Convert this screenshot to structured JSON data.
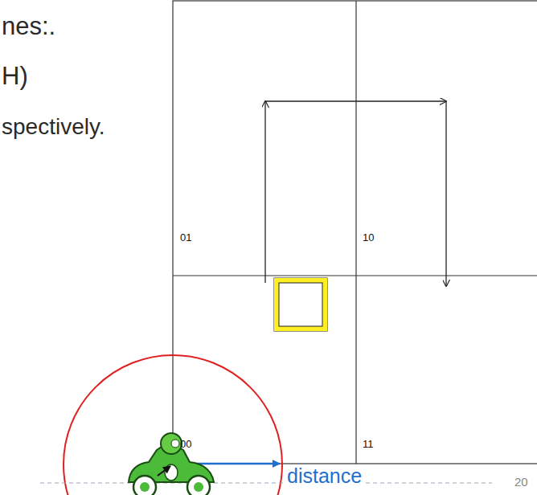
{
  "diagram": {
    "labels": [
      "nes:.",
      "H)",
      "spectively.",
      "01",
      "10",
      "00",
      "11",
      "distance",
      "20"
    ]
  }
}
